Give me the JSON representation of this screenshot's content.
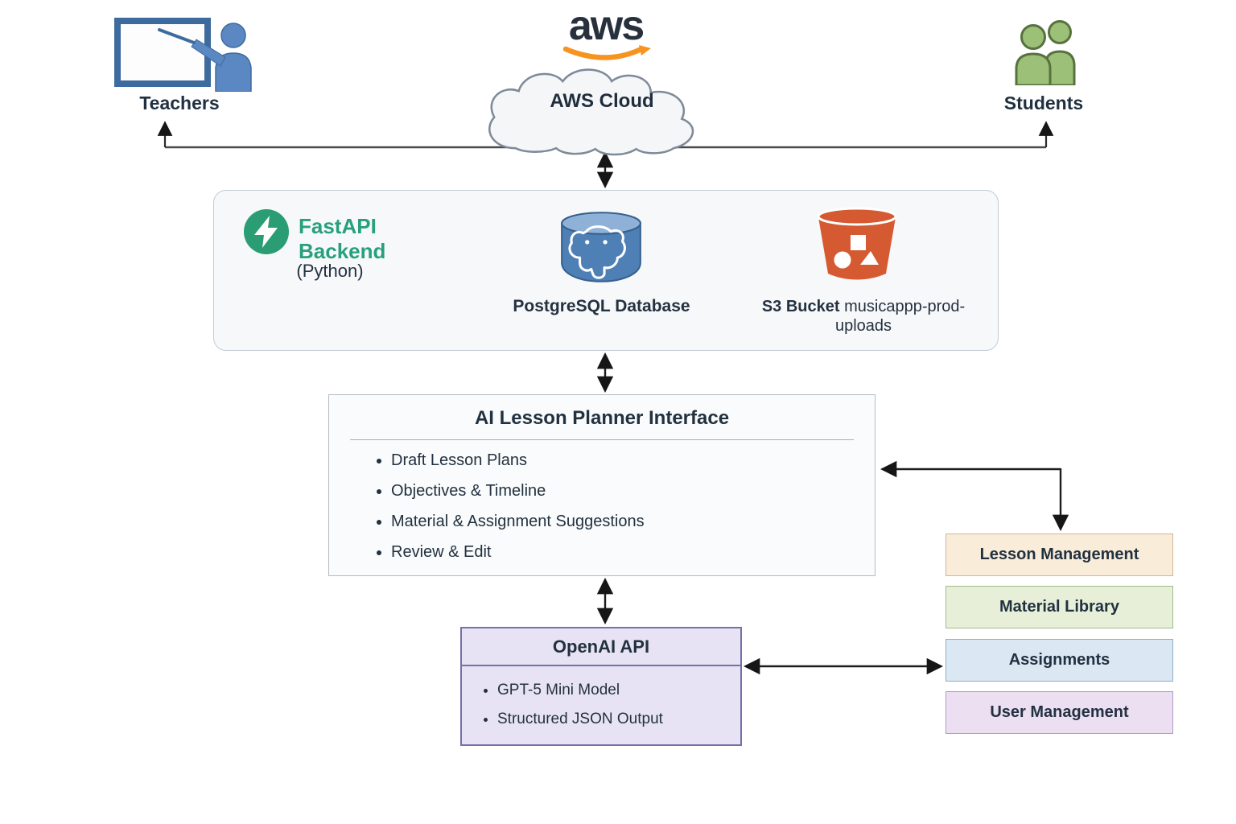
{
  "diagram": {
    "teachers_label": "Teachers",
    "students_label": "Students",
    "aws_logo_text": "aws",
    "aws_cloud_label": "AWS Cloud"
  },
  "backend": {
    "fastapi_name_line1": "FastAPI",
    "fastapi_name_line2": "Backend",
    "fastapi_runtime": "(Python)",
    "postgres_label": "PostgreSQL Database",
    "s3_label_bold": "S3 Bucket",
    "s3_bucket_name": "musicappp-prod-uploads"
  },
  "planner": {
    "title": "AI Lesson Planner Interface",
    "items": [
      "Draft Lesson Plans",
      "Objectives & Timeline",
      "Material & Assignment Suggestions",
      "Review & Edit"
    ]
  },
  "openai": {
    "title": "OpenAI API",
    "items": [
      "GPT-5 Mini Model",
      "Structured JSON Output"
    ]
  },
  "modules": [
    {
      "label": "Lesson Management",
      "bg": "#f9ecd9",
      "border": "#cfb795"
    },
    {
      "label": "Material Library",
      "bg": "#e7efd9",
      "border": "#a3ba89"
    },
    {
      "label": "Assignments",
      "bg": "#dbe7f3",
      "border": "#8fadc9"
    },
    {
      "label": "User Management",
      "bg": "#eddff2",
      "border": "#b29ac4"
    }
  ],
  "colors": {
    "fastapi_green": "#27a07b",
    "aws_orange": "#f7941f",
    "postgres_blue": "#4e7fb5",
    "s3_red": "#d65a31",
    "teacher_blue": "#5b87c2",
    "student_green": "#9cc078",
    "text_dark": "#243140",
    "connector": "#3f3f3f"
  }
}
